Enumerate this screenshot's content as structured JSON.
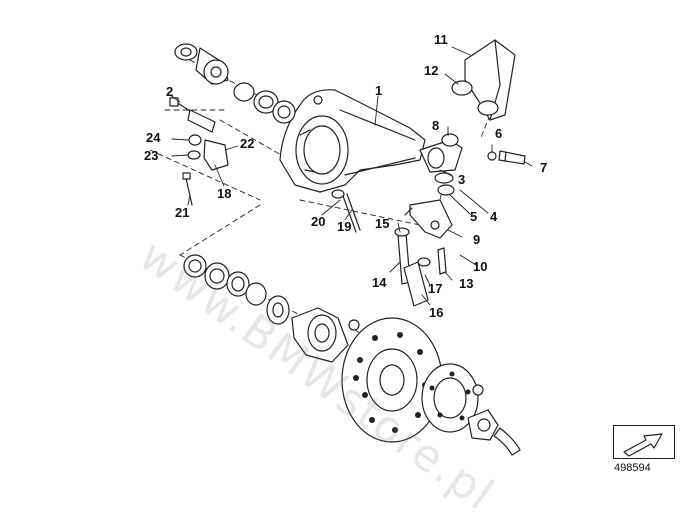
{
  "diagram": {
    "callouts": [
      "1",
      "2",
      "3",
      "4",
      "5",
      "6",
      "7",
      "8",
      "9",
      "10",
      "11",
      "12",
      "13",
      "14",
      "15",
      "16",
      "17",
      "18",
      "19",
      "20",
      "21",
      "22",
      "23",
      "24"
    ],
    "reference_number": "498594",
    "watermark": "www.BMWstore.pl"
  }
}
